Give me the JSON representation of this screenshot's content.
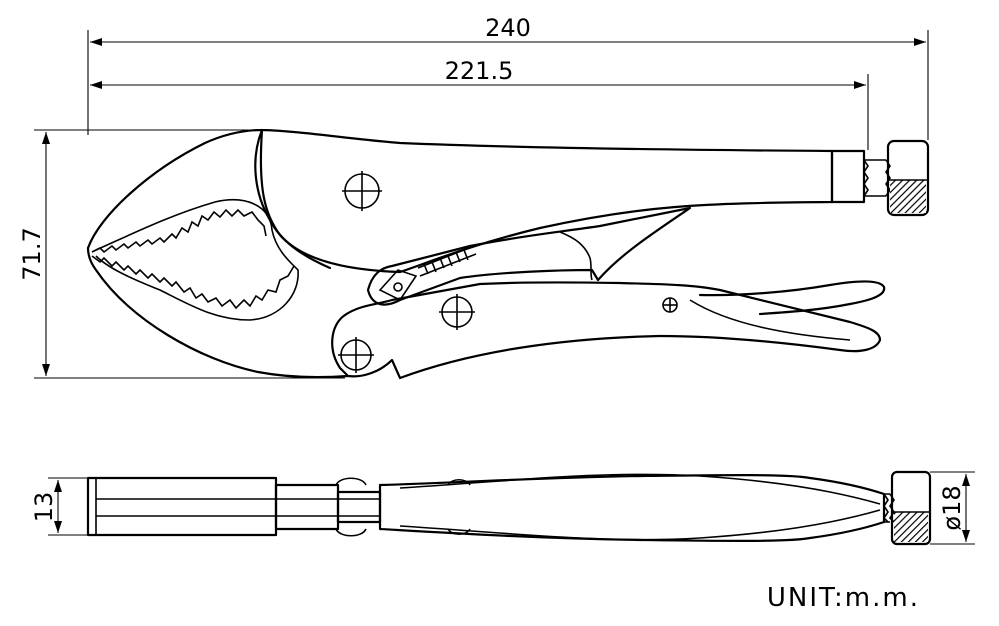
{
  "dimensions": {
    "overall_length": "240",
    "body_length": "221.5",
    "height": "71.7",
    "thickness": "13",
    "knob_diameter": "ø18"
  },
  "unit_label": "UNIT:m.m."
}
